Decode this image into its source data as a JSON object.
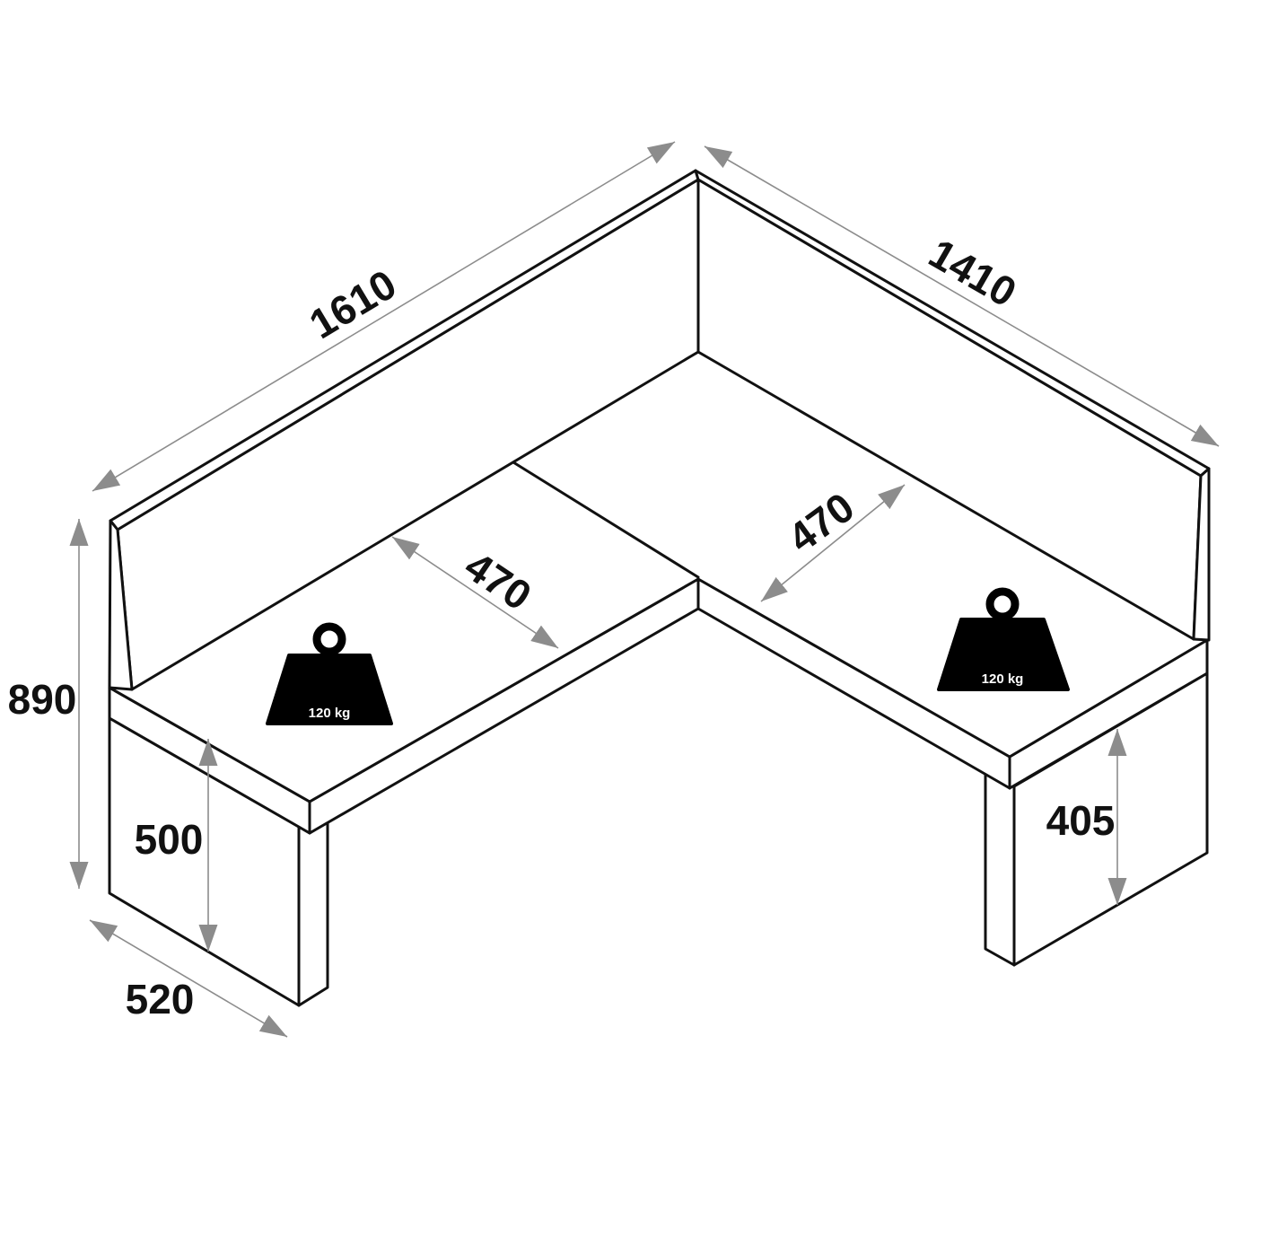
{
  "colors": {
    "line": "#111111",
    "dimension_arrow": "#8c8c8c",
    "weight": "#000000",
    "weight_label": "#ffffff"
  },
  "dimensions": {
    "backrest_left_length": "1610",
    "backrest_right_length": "1410",
    "seat_depth_left": "470",
    "seat_depth_right": "470",
    "overall_height": "890",
    "left_leg_height": "500",
    "left_end_depth": "520",
    "right_leg_height": "405"
  },
  "loads": [
    {
      "label": "120 kg"
    },
    {
      "label": "120 kg"
    }
  ]
}
